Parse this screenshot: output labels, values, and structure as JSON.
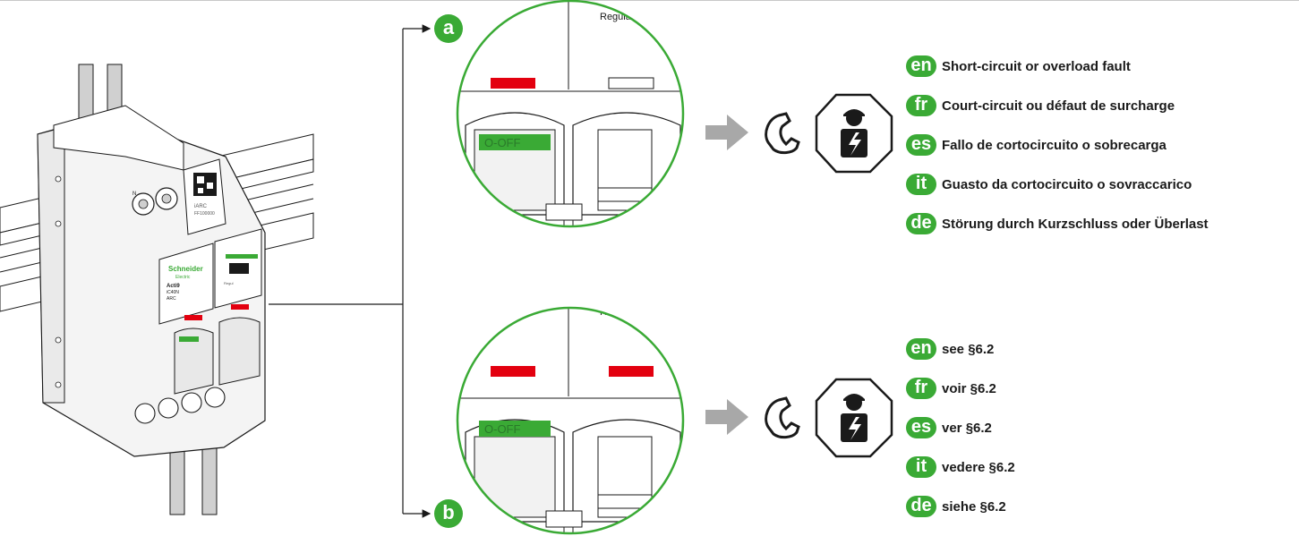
{
  "callouts": {
    "a": "a",
    "b": "b"
  },
  "device": {
    "brand": "Schneider",
    "brand_sub": "Electric",
    "series": "Acti9",
    "model": "iC40N",
    "variant": "ARC",
    "qr_label": "iARC",
    "serial": "FF100000",
    "neutral_mark": "N",
    "reg_label": "Regul"
  },
  "zoom_panel": {
    "a": {
      "top_label": "Regula",
      "handle_text": "O-OFF"
    },
    "b": {
      "top_label": "Regula",
      "handle_text": "O-OFF"
    }
  },
  "section_a": {
    "items": [
      {
        "lang": "en",
        "text": "Short-circuit or overload fault"
      },
      {
        "lang": "fr",
        "text": "Court-circuit ou défaut de surcharge"
      },
      {
        "lang": "es",
        "text": "Fallo de cortocircuito o sobrecarga"
      },
      {
        "lang": "it",
        "text": "Guasto da cortocircuito o sovraccarico"
      },
      {
        "lang": "de",
        "text": "Störung durch Kurzschluss oder Überlast"
      }
    ]
  },
  "section_b": {
    "items": [
      {
        "lang": "en",
        "text": "see §6.2"
      },
      {
        "lang": "fr",
        "text": "voir §6.2"
      },
      {
        "lang": "es",
        "text": "ver §6.2"
      },
      {
        "lang": "it",
        "text": "vedere §6.2"
      },
      {
        "lang": "de",
        "text": "siehe §6.2"
      }
    ]
  },
  "colors": {
    "brand_green": "#3aaa35",
    "indicator_red": "#e3000f",
    "arrow_gray": "#a8a8a8",
    "line": "#1a1a1a"
  },
  "icons": [
    "phone-icon",
    "electrician-warning-icon",
    "arrow-right-icon"
  ]
}
